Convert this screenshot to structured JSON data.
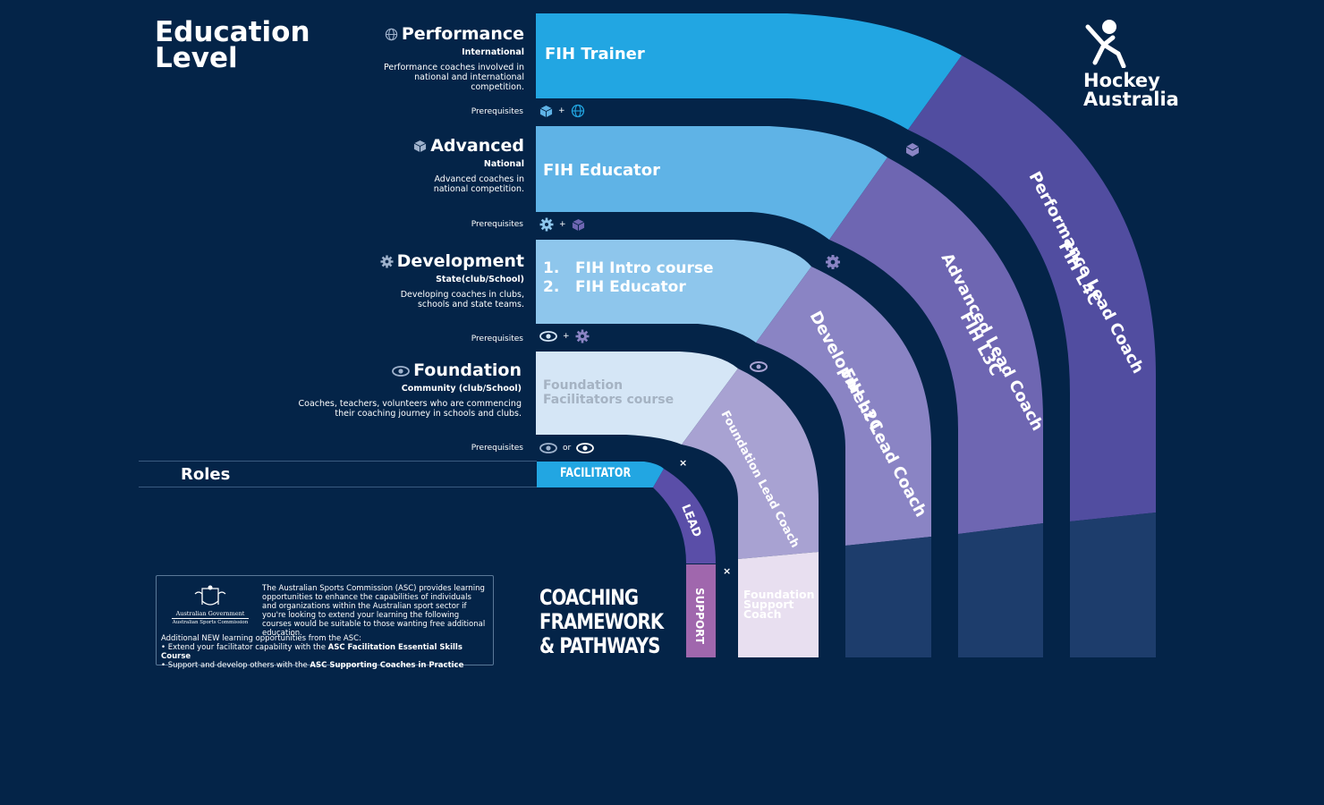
{
  "education_title": "Education Level",
  "levels": [
    {
      "name": "Performance",
      "sub": "International",
      "desc": "Performance coaches involved in national and international competition.",
      "icon": "globe-icon"
    },
    {
      "name": "Advanced",
      "sub": "National",
      "desc": "Advanced coaches in national competition.",
      "icon": "cube-icon"
    },
    {
      "name": "Development",
      "sub": "State(club/School)",
      "desc": "Developing coaches in clubs, schools and state teams.",
      "icon": "gear-icon"
    },
    {
      "name": "Foundation",
      "sub": "Community (club/School)",
      "desc": "Coaches, teachers, volunteers who are commencing their coaching journey in schools and clubs.",
      "icon": "eye-icon"
    }
  ],
  "prereq_label": "Prerequisites",
  "prereq_joins": [
    "+",
    "+",
    "+",
    "or"
  ],
  "courses": {
    "performance": "FIH Trainer",
    "advanced": "FIH Educator",
    "development_1": "1.   FIH Intro course",
    "development_2": "2.   FIH Educator",
    "foundation_1": "Foundation",
    "foundation_2": "Facilitators course"
  },
  "roles_label": "Roles",
  "facilitator_label": "FACILITATOR",
  "lead_label": "LEAD",
  "support_label": "SUPPORT",
  "cross_mark": "×",
  "arcs": {
    "foundation_lead": "Foundation Lead Coach",
    "development_lead_1": "Development Lead Coach",
    "development_lead_2": "FIH L2C",
    "advanced_lead_1": "Advanced Lead Coach",
    "advanced_lead_2": "FIH L3C",
    "performance_lead_1": "Performance Lead Coach",
    "performance_lead_2": "FIH L4C",
    "foundation_support": "Foundation Support Coach"
  },
  "brand": {
    "line1": "Hockey",
    "line2": "Australia"
  },
  "framework_title": [
    "COACHING",
    "FRAMEWORK",
    "& PATHWAYS"
  ],
  "asc": {
    "gov_line1": "Australian Government",
    "gov_line2": "Australian Sports Commission",
    "body": "The Australian Sports Commission (ASC) provides learning opportunities to enhance the capabilities of individuals and organizations within the Australian sport sector if you're looking to extend your learning the following courses would be suitable to those wanting free additional education.",
    "additional": "Additional NEW learning opportunities from the ASC:",
    "bullet1_pre": "• Extend your facilitator capability with the ",
    "bullet1_bold": "ASC Facilitation Essential Skills Course",
    "bullet2_pre": "• Support and develop others with the ",
    "bullet2_bold": "ASC Supporting Coaches in Practice"
  },
  "colors": {
    "background": "#042448",
    "performance": "#22a6e2",
    "advanced": "#5fb3e6",
    "development": "#8ec6ec",
    "foundation": "#d5e6f6",
    "arc_foundation": "#a8a2d2",
    "arc_development": "#8a84c4",
    "arc_advanced": "#6e66b2",
    "arc_performance": "#514da0",
    "lead": "#5a4ea8",
    "support": "#a067ad",
    "support_coach": "#e8dff0"
  }
}
